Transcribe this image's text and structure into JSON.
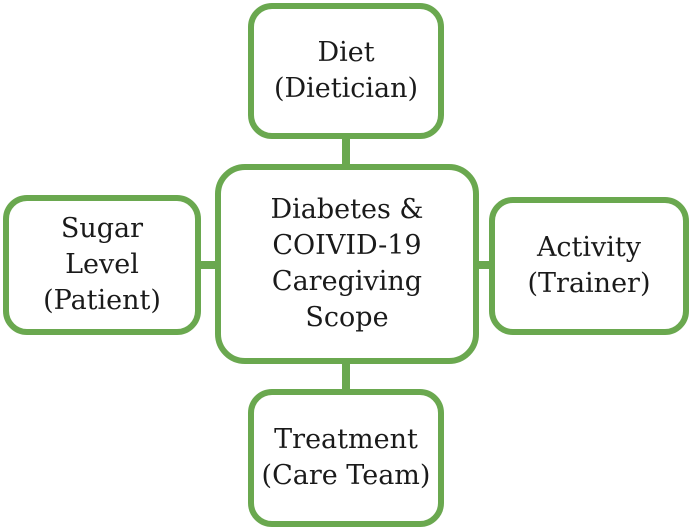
{
  "diagram": {
    "accent_color": "#6aa84f",
    "center": {
      "label": "Diabetes &\nCOIVID-19\nCaregiving\nScope"
    },
    "top": {
      "label": "Diet\n(Dietician)"
    },
    "left": {
      "label": "Sugar\nLevel\n(Patient)"
    },
    "right": {
      "label": "Activity\n(Trainer)"
    },
    "bottom": {
      "label": "Treatment\n(Care Team)"
    }
  }
}
